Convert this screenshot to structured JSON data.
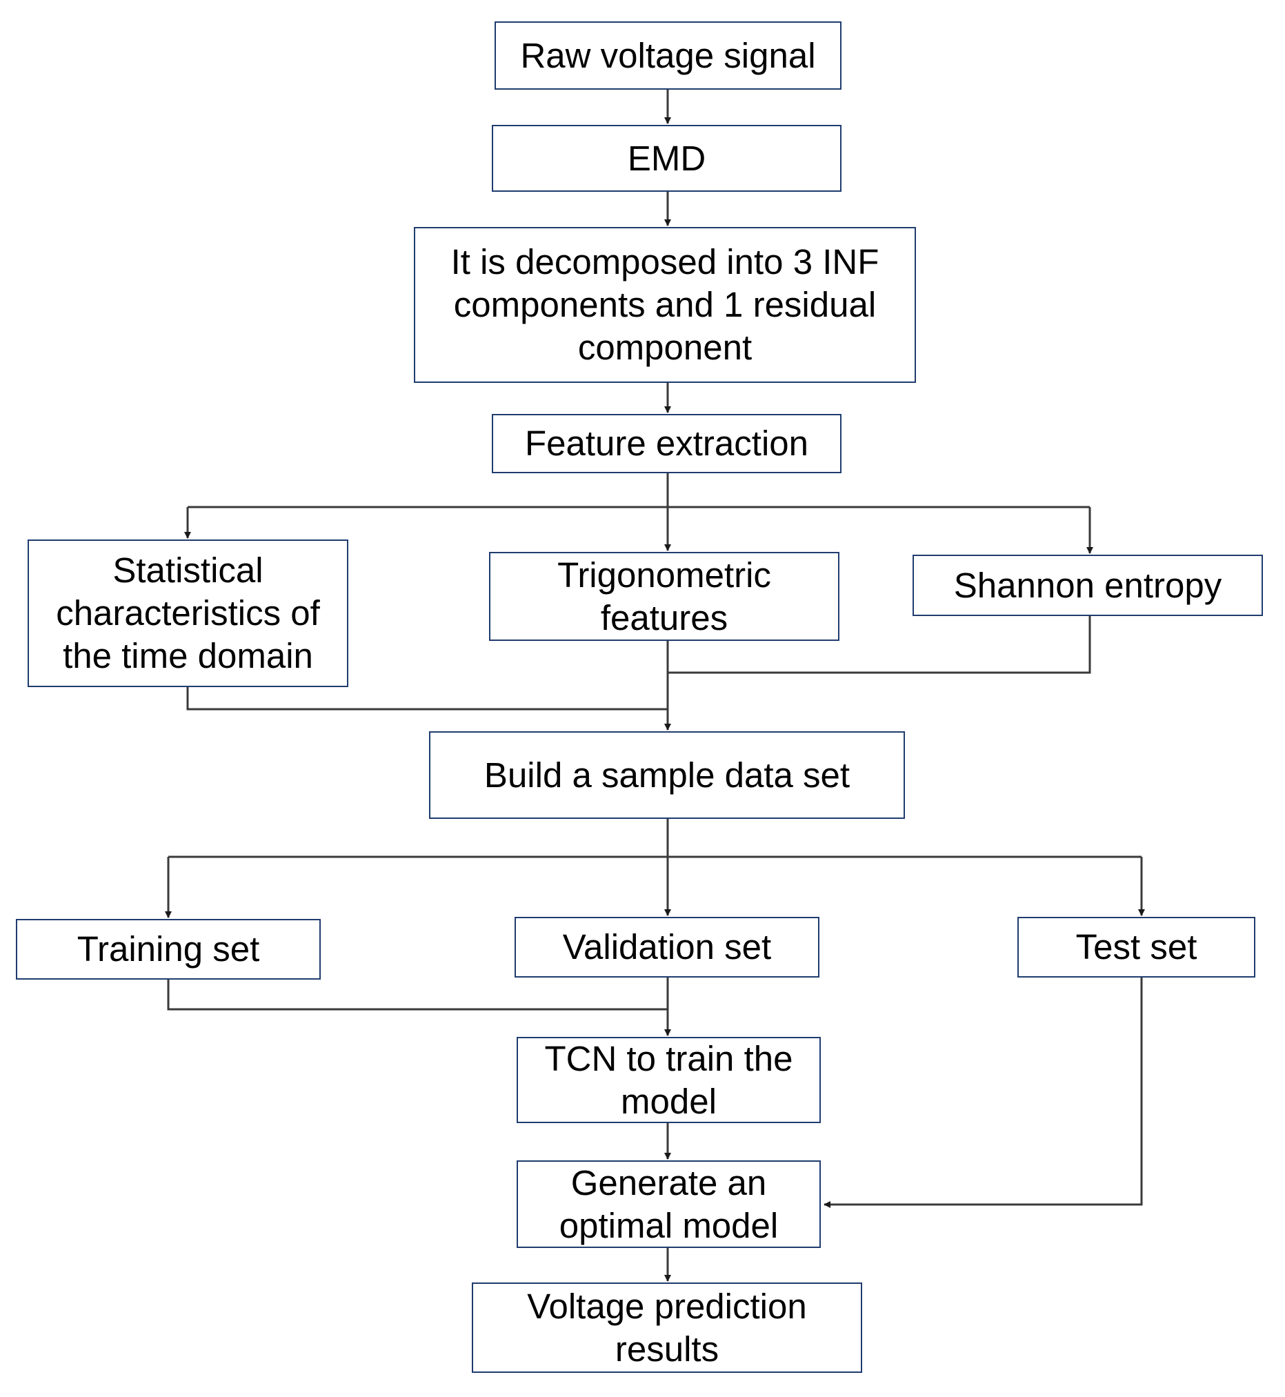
{
  "colors": {
    "box_border": "#1f3c6e",
    "connector": "#3a3a3a",
    "text": "#000000",
    "background": "#ffffff"
  },
  "nodes": {
    "raw_voltage": [
      "Raw voltage signal"
    ],
    "emd": [
      "EMD"
    ],
    "decompose": [
      "It is decomposed into 3 INF",
      "components and 1 residual",
      "component"
    ],
    "feature_extraction": [
      "Feature extraction"
    ],
    "statistical": [
      "Statistical",
      "characteristics of",
      "the time domain"
    ],
    "trigonometric": [
      "Trigonometric",
      "features"
    ],
    "shannon": [
      "Shannon entropy"
    ],
    "build_dataset": [
      "Build a sample data set"
    ],
    "training": [
      "Training set"
    ],
    "validation": [
      "Validation set"
    ],
    "test": [
      "Test set"
    ],
    "tcn": [
      "TCN to train the",
      "model"
    ],
    "optimal": [
      "Generate an",
      "optimal model"
    ],
    "prediction": [
      "Voltage prediction",
      "results"
    ]
  }
}
